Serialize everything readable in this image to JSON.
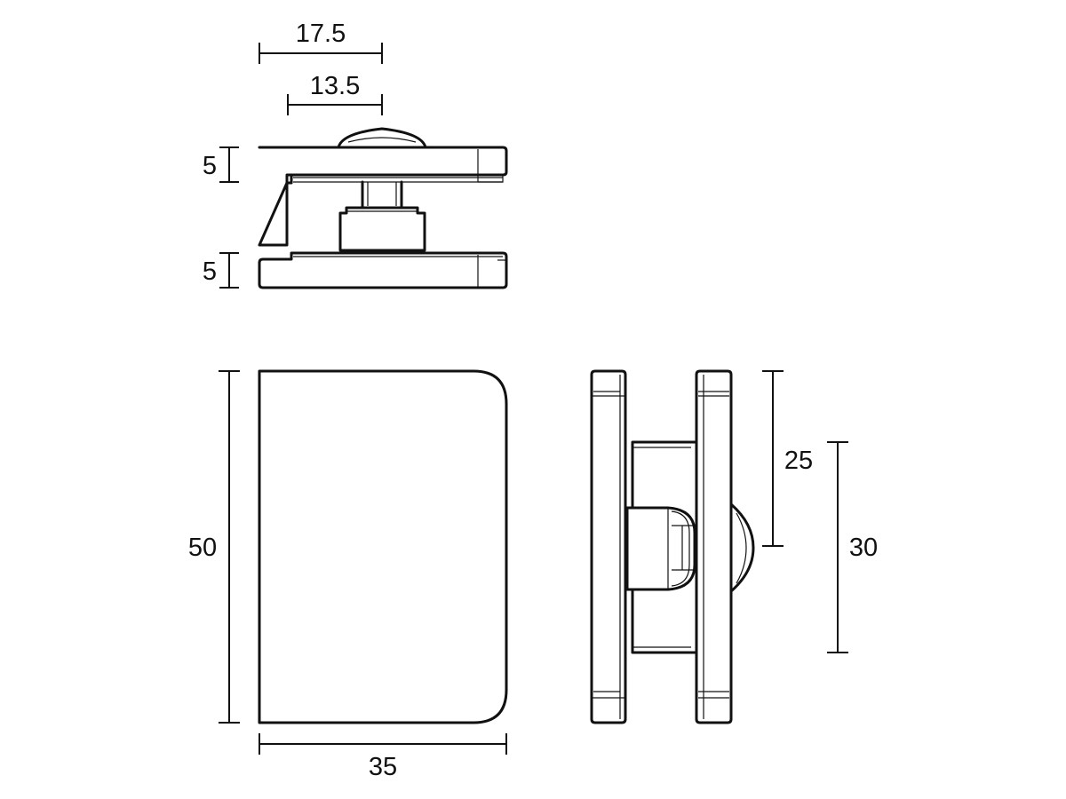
{
  "dimensions": {
    "top_view_outer_width": "17.5",
    "top_view_inner_width": "13.5",
    "upper_plate_thickness": "5",
    "lower_plate_thickness": "5",
    "front_height": "50",
    "front_width": "35",
    "side_upper_offset": "25",
    "side_lower_offset": "30"
  }
}
